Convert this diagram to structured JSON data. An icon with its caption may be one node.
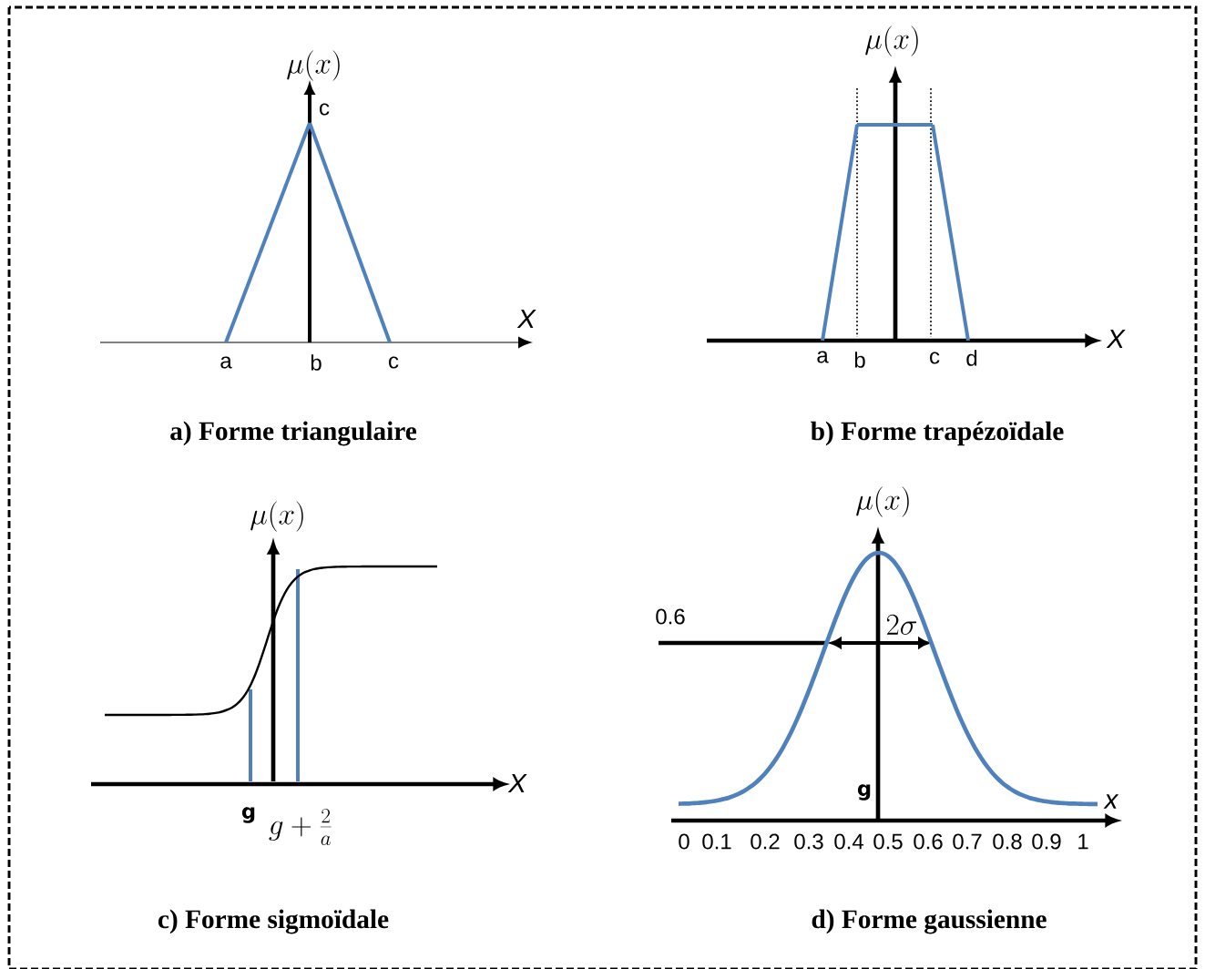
{
  "diagram": {
    "labels": [
      "\\mu(x)",
      "c",
      "X",
      "a",
      "b",
      "c",
      "a) Forme triangulaire",
      "\\mu(x)",
      "X",
      "a",
      "b",
      "c",
      "d",
      "b) Forme trapézoïdale",
      "\\mu(x)",
      "X",
      "g",
      "g+\\frac{2}{a}",
      "c) Forme sigmoïdale",
      "\\mu(x)",
      "0.6",
      "2\\sigma",
      "g",
      "x",
      "0",
      "0.1",
      "0.2",
      "0.3",
      "0.4",
      "0.5",
      "0.6",
      "0.7",
      "0.8",
      "0.9",
      "1",
      "d) Forme gaussienne"
    ]
  }
}
